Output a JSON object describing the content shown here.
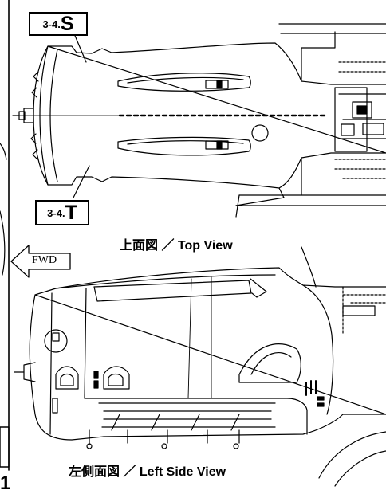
{
  "callouts": {
    "top": {
      "number": "3-4.",
      "letter": "S"
    },
    "bottom": {
      "number": "3-4.",
      "letter": "T"
    }
  },
  "captions": {
    "top_view": "上面図 ／ Top View",
    "side_view": "左側面図 ／ Left Side View"
  },
  "fwd_arrow": {
    "label": "FWD",
    "icon": "left-arrow-icon"
  },
  "page_number": "1",
  "colors": {
    "line": "#000000",
    "background": "#ffffff"
  }
}
